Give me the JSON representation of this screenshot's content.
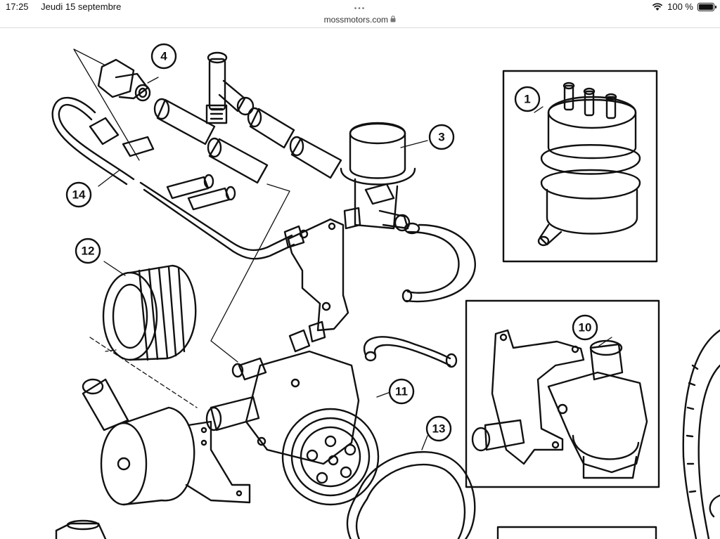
{
  "status": {
    "time": "17:25",
    "date": "Jeudi 15 septembre",
    "battery": "100 %"
  },
  "browser": {
    "url": "mossmotors.com",
    "dots": "•••"
  },
  "callouts": [
    "1",
    "3",
    "4",
    "10",
    "11",
    "12",
    "13",
    "14"
  ],
  "icons": [
    "wifi-icon",
    "battery-icon",
    "lock-icon"
  ]
}
